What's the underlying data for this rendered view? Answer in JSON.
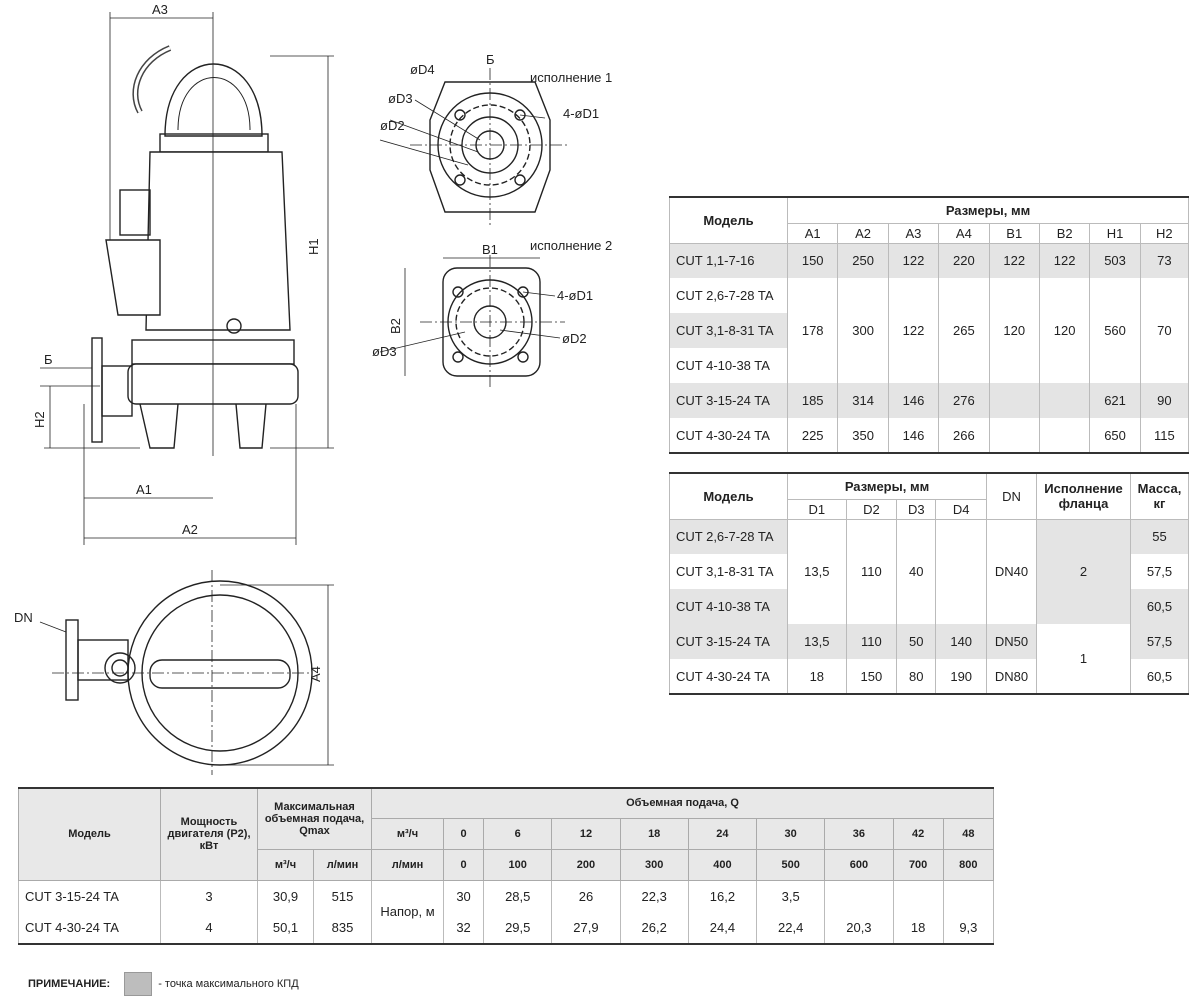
{
  "drawing": {
    "labels": {
      "a3": "A3",
      "h1": "H1",
      "b": "Б",
      "h2": "H2",
      "a1": "A1",
      "a2": "A2",
      "dn": "DN",
      "a4": "A4",
      "d4": "øD4",
      "d3": "øD3",
      "d2": "øD2",
      "b_top": "Б",
      "variant1": "исполнение 1",
      "holes1": "4-øD1",
      "b1": "B1",
      "variant2": "исполнение 2",
      "holes2": "4-øD1",
      "b2": "B2",
      "d3_2": "øD3",
      "d2_2": "øD2"
    }
  },
  "table1": {
    "model_header": "Модель",
    "group_header": "Размеры, мм",
    "columns": [
      "A1",
      "A2",
      "A3",
      "A4",
      "B1",
      "B2",
      "H1",
      "H2"
    ],
    "rows": [
      {
        "model": "CUT 1,1-7-16",
        "values": [
          "150",
          "250",
          "122",
          "220",
          "122",
          "122",
          "503",
          "73"
        ]
      },
      {
        "model": "CUT 2,6-7-28 TA"
      },
      {
        "model": "CUT 3,1-8-31 TA",
        "values": [
          "178",
          "300",
          "122",
          "265",
          "120",
          "120",
          "560",
          "70"
        ]
      },
      {
        "model": "CUT 4-10-38 TA"
      },
      {
        "model": "CUT 3-15-24 TA",
        "values": [
          "185",
          "314",
          "146",
          "276",
          "",
          "",
          "621",
          "90"
        ]
      },
      {
        "model": "CUT 4-30-24 TA",
        "values": [
          "225",
          "350",
          "146",
          "266",
          "",
          "",
          "650",
          "115"
        ]
      }
    ]
  },
  "table2": {
    "model_header": "Модель",
    "group_header": "Размеры, мм",
    "columns": [
      "D1",
      "D2",
      "D3",
      "D4"
    ],
    "dn_header": "DN",
    "flange_header": "Исполнение фланца",
    "mass_header": "Масса, кг",
    "models": [
      "CUT 2,6-7-28 TA",
      "CUT 3,1-8-31 TA",
      "CUT 4-10-38 TA",
      "CUT 3-15-24 TA",
      "CUT 4-30-24 TA"
    ],
    "group1": {
      "d1": "13,5",
      "d2": "110",
      "d3": "40",
      "d4": "",
      "dn": "DN40",
      "flange": "2"
    },
    "row4": {
      "d1": "13,5",
      "d2": "110",
      "d3": "50",
      "d4": "140",
      "dn": "DN50"
    },
    "row5": {
      "d1": "18",
      "d2": "150",
      "d3": "80",
      "d4": "190",
      "dn": "DN80"
    },
    "flange_group2": "1",
    "masses": [
      "55",
      "57,5",
      "60,5",
      "57,5",
      "60,5"
    ]
  },
  "table3": {
    "model_header": "Модель",
    "power_header": "Мощность двигателя (P2), кВт",
    "qmax_header": "Максимальная объемная подача, Qmax",
    "flow_header": "Объемная подача, Q",
    "unit_m3h": "м³/ч",
    "unit_lmin": "л/мин",
    "q_m3h": [
      "0",
      "6",
      "12",
      "18",
      "24",
      "30",
      "36",
      "42",
      "48"
    ],
    "q_lmin": [
      "0",
      "100",
      "200",
      "300",
      "400",
      "500",
      "600",
      "700",
      "800"
    ],
    "head_label": "Напор, м",
    "rows": [
      {
        "model": "CUT 3-15-24 TA",
        "power": "3",
        "qmax_m3h": "30,9",
        "qmax_lmin": "515",
        "heads": [
          "30",
          "28,5",
          "26",
          "22,3",
          "16,2",
          "3,5",
          "",
          "",
          ""
        ]
      },
      {
        "model": "CUT 4-30-24 TA",
        "power": "4",
        "qmax_m3h": "50,1",
        "qmax_lmin": "835",
        "heads": [
          "32",
          "29,5",
          "27,9",
          "26,2",
          "24,4",
          "22,4",
          "20,3",
          "18",
          "9,3"
        ]
      }
    ]
  },
  "note": {
    "label": "ПРИМЕЧАНИЕ:",
    "text": "- точка максимального КПД"
  }
}
